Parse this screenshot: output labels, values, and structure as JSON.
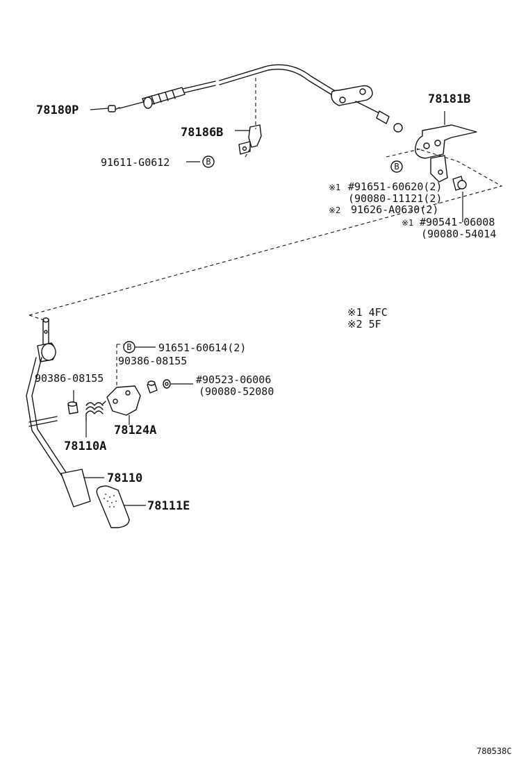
{
  "labels": {
    "p78180P": "78180P",
    "p78181B": "78181B",
    "p78186B": "78186B",
    "p91611": "91611-G0612",
    "star1": "※1",
    "p91651_60620": "#91651-60620(2)",
    "p90080_11121": "(90080-11121(2)",
    "star2": "※2",
    "p91626": "91626-A0630(2)",
    "star1b": "※1",
    "p90541": "#90541-06008",
    "p90080_54014": "(90080-54014",
    "note1": "※1  4FC",
    "note2": "※2  5F",
    "p91651_60614": "91651-60614(2)",
    "p90386_a": "90386-08155",
    "p90386_b": "90386-08155",
    "p90523": "#90523-06006",
    "p90080_52080": "(90080-52080",
    "p78124A": "78124A",
    "p78110A": "78110A",
    "p78110": "78110",
    "p78111E": "78111E",
    "markB": "B",
    "ref": "780538C"
  }
}
